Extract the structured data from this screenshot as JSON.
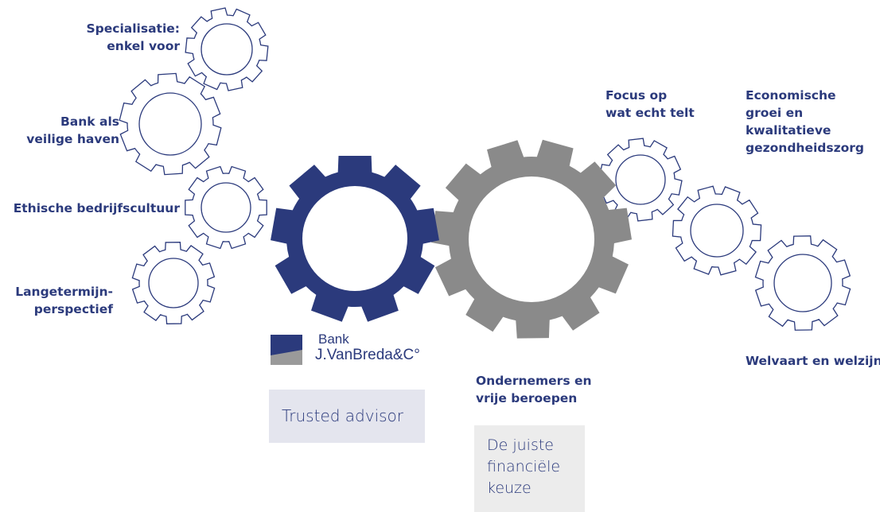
{
  "colors": {
    "primary_gear": "#2b3a7c",
    "secondary_gear": "#8a8a8a",
    "outline_gear": "#2b3a7c",
    "label_text": "#2b3a7c",
    "trusted_box_bg": "#e4e5ee",
    "keuze_box_bg": "#ececec"
  },
  "icons": [
    "gear-icon",
    "bank-logo-mark"
  ],
  "left_labels": {
    "specialisatie": [
      "Specialisatie:",
      "enkel voor"
    ],
    "bank_haven": [
      "Bank als",
      "veilige haven"
    ],
    "ethische": [
      "Ethische bedrijfscultuur"
    ],
    "langetermijn": [
      "Langetermijn-",
      "perspectief"
    ]
  },
  "right_labels": {
    "focus": [
      "Focus op",
      "wat echt telt"
    ],
    "economische": [
      "Economische",
      "groei en",
      "kwalitatieve",
      "gezondheidszorg"
    ],
    "welvaart": [
      "Welvaart en welzijn"
    ]
  },
  "center_labels": {
    "ondernemers": [
      "Ondernemers en",
      "vrije beroepen"
    ]
  },
  "logo": {
    "line1": "Bank",
    "line2": "J.VanBreda&C°"
  },
  "boxes": {
    "trusted": "Trusted advisor",
    "keuze": [
      "De juiste",
      "financiële",
      "keuze"
    ]
  }
}
